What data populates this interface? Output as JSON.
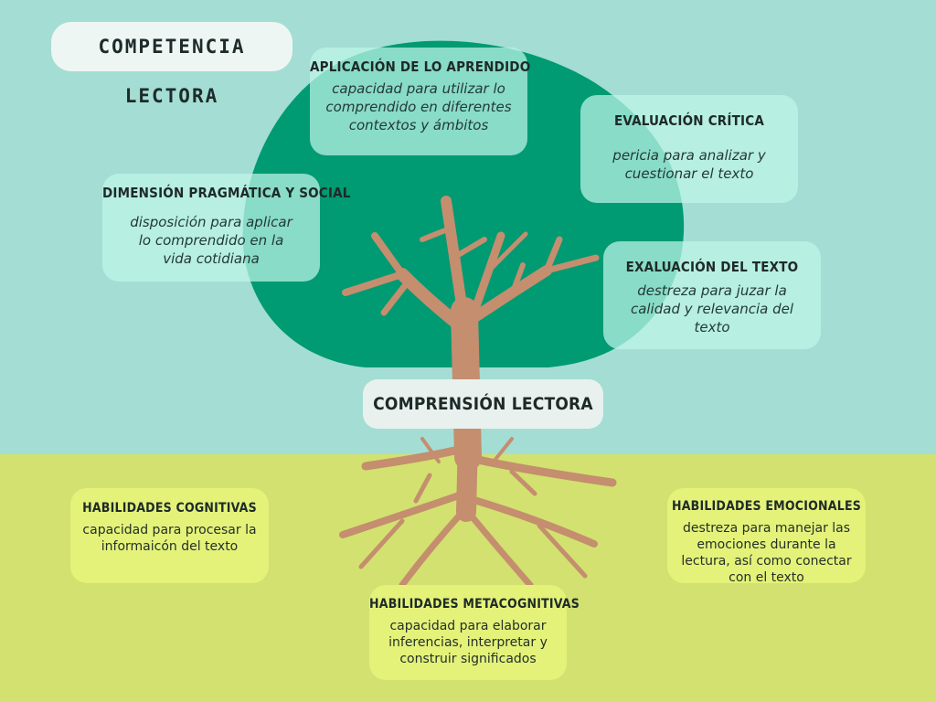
{
  "title": "COMPETENCIA LECTORA",
  "center": "COMPRENSIÓN LECTORA",
  "colors": {
    "sky": "#a4ddd4",
    "ground": "#d2e16f",
    "canopy": "#009a73",
    "trunk": "#c48e6f",
    "ground_card": "#e4f27a"
  },
  "canopy_items": [
    {
      "title": "APLICACIÓN DE LO APRENDIDO",
      "desc": "capacidad para utilizar lo comprendido en diferentes contextos y ámbitos"
    },
    {
      "title": "EVALUACIÓN CRÍTICA",
      "desc": "pericia para analizar y cuestionar el texto"
    },
    {
      "title": "DIMENSIÓN PRAGMÁTICA Y SOCIAL",
      "desc": "disposición para aplicar lo comprendido en la vida cotidiana"
    },
    {
      "title": "EXALUACIÓN DEL TEXTO",
      "desc": "destreza para juzar la calidad y relevancia del texto"
    }
  ],
  "root_items": [
    {
      "title": "HABILIDADES COGNITIVAS",
      "desc": "capacidad para procesar la informaicón del texto"
    },
    {
      "title": "HABILIDADES EMOCIONALES",
      "desc": "destreza para manejar las emociones durante la lectura, así como conectar con el texto"
    },
    {
      "title": "HABILIDADES METACOGNITIVAS",
      "desc": "capacidad para elaborar inferencias, interpretar y construir significados"
    }
  ]
}
